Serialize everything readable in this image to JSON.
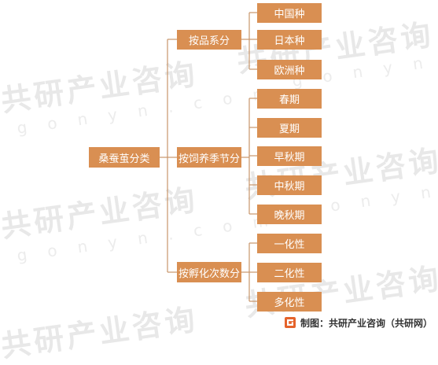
{
  "diagram": {
    "root": "桑蚕茧分类",
    "categories": [
      {
        "label": "按品系分",
        "items": [
          "中国种",
          "日本种",
          "欧洲种"
        ]
      },
      {
        "label": "按饲养季节分",
        "items": [
          "春期",
          "夏期",
          "早秋期",
          "中秋期",
          "晚秋期"
        ]
      },
      {
        "label": "按孵化次数分",
        "items": [
          "一化性",
          "二化性",
          "多化性"
        ]
      }
    ]
  },
  "watermark": {
    "text": "共研产业咨询",
    "url": "g o n y n . c o m"
  },
  "footer": {
    "source": "制图：共研产业咨询（共研网）"
  },
  "colors": {
    "box": "#d98f52",
    "line": "#c8956a",
    "text_on_box": "#ffffff"
  }
}
